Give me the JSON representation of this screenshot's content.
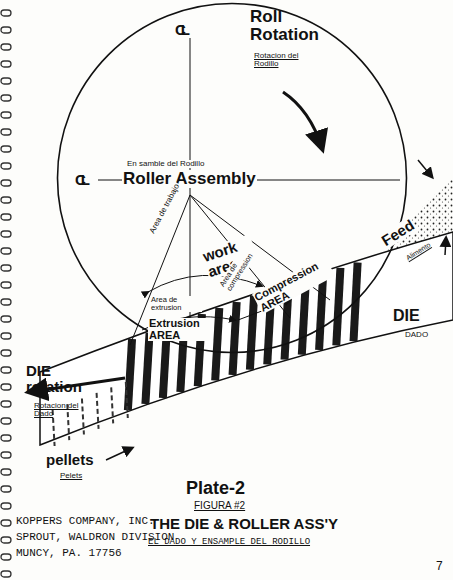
{
  "diagram": {
    "title": "Plate-2",
    "caption": "THE DIE & ROLLER ASS'Y",
    "nodes": [
      {
        "text": [
          "En samble del Rodillo",
          "Roller Assembly"
        ]
      }
    ],
    "labels": [
      "CL",
      "Roll Rotation",
      "Rotacion del Rodillo",
      "CL",
      "work area",
      "Area de trabajo",
      "Area de compression",
      "Compression AREA",
      "Area de extrusion",
      "Extrusion AREA",
      "Feed",
      "Alimento",
      "DIE",
      "DADO",
      "DIE rotation",
      "Rotacion del Dado",
      "pellets",
      "Pelets",
      "FIGURA #2",
      "EL DADO Y ENSAMPLE DEL RODILLO",
      "KOPPERS COMPANY, INC.",
      "SPROUT, WALDRON DIVISION",
      "MUNCY, PA. 17756",
      "7"
    ]
  }
}
